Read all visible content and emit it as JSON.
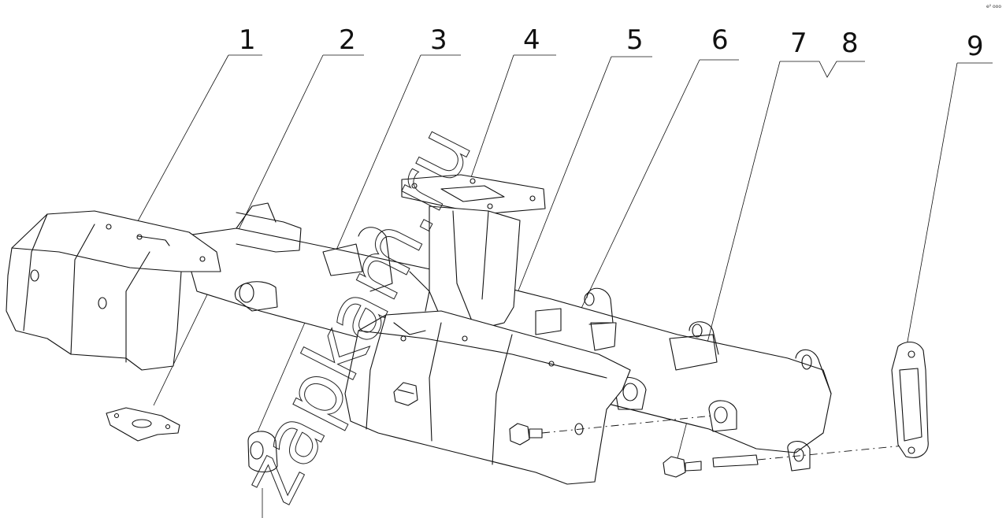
{
  "diagram": {
    "callouts": [
      "1",
      "2",
      "3",
      "4",
      "5",
      "6",
      "7",
      "8",
      "9"
    ],
    "watermark": "zapkam.ru",
    "corner_mark": "e² ooo"
  }
}
